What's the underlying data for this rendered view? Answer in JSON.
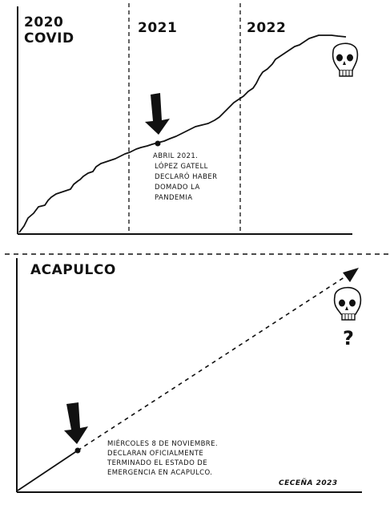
{
  "top_panel": {
    "year_labels": [
      "2020",
      "2021",
      "2022"
    ],
    "covid_label": "COVID",
    "annotation_lines": [
      "ABRIL 2021.",
      "LÓPEZ GATELL",
      "DECLARÓ HABER",
      "DOMADO LA",
      "PANDEMIA"
    ]
  },
  "bottom_panel": {
    "title": "ACAPULCO",
    "question_mark": "?",
    "annotation_lines": [
      "MIÉRCOLES 8 DE NOVIEMBRE.",
      "DECLARAN OFICIALMENTE",
      "TERMINADO EL ESTADO DE",
      "EMERGENCIA EN ACAPULCO."
    ]
  },
  "signature": "CECEÑA 2023",
  "icons": [
    "down-arrow-icon",
    "skull-icon",
    "arrow-head-icon"
  ]
}
